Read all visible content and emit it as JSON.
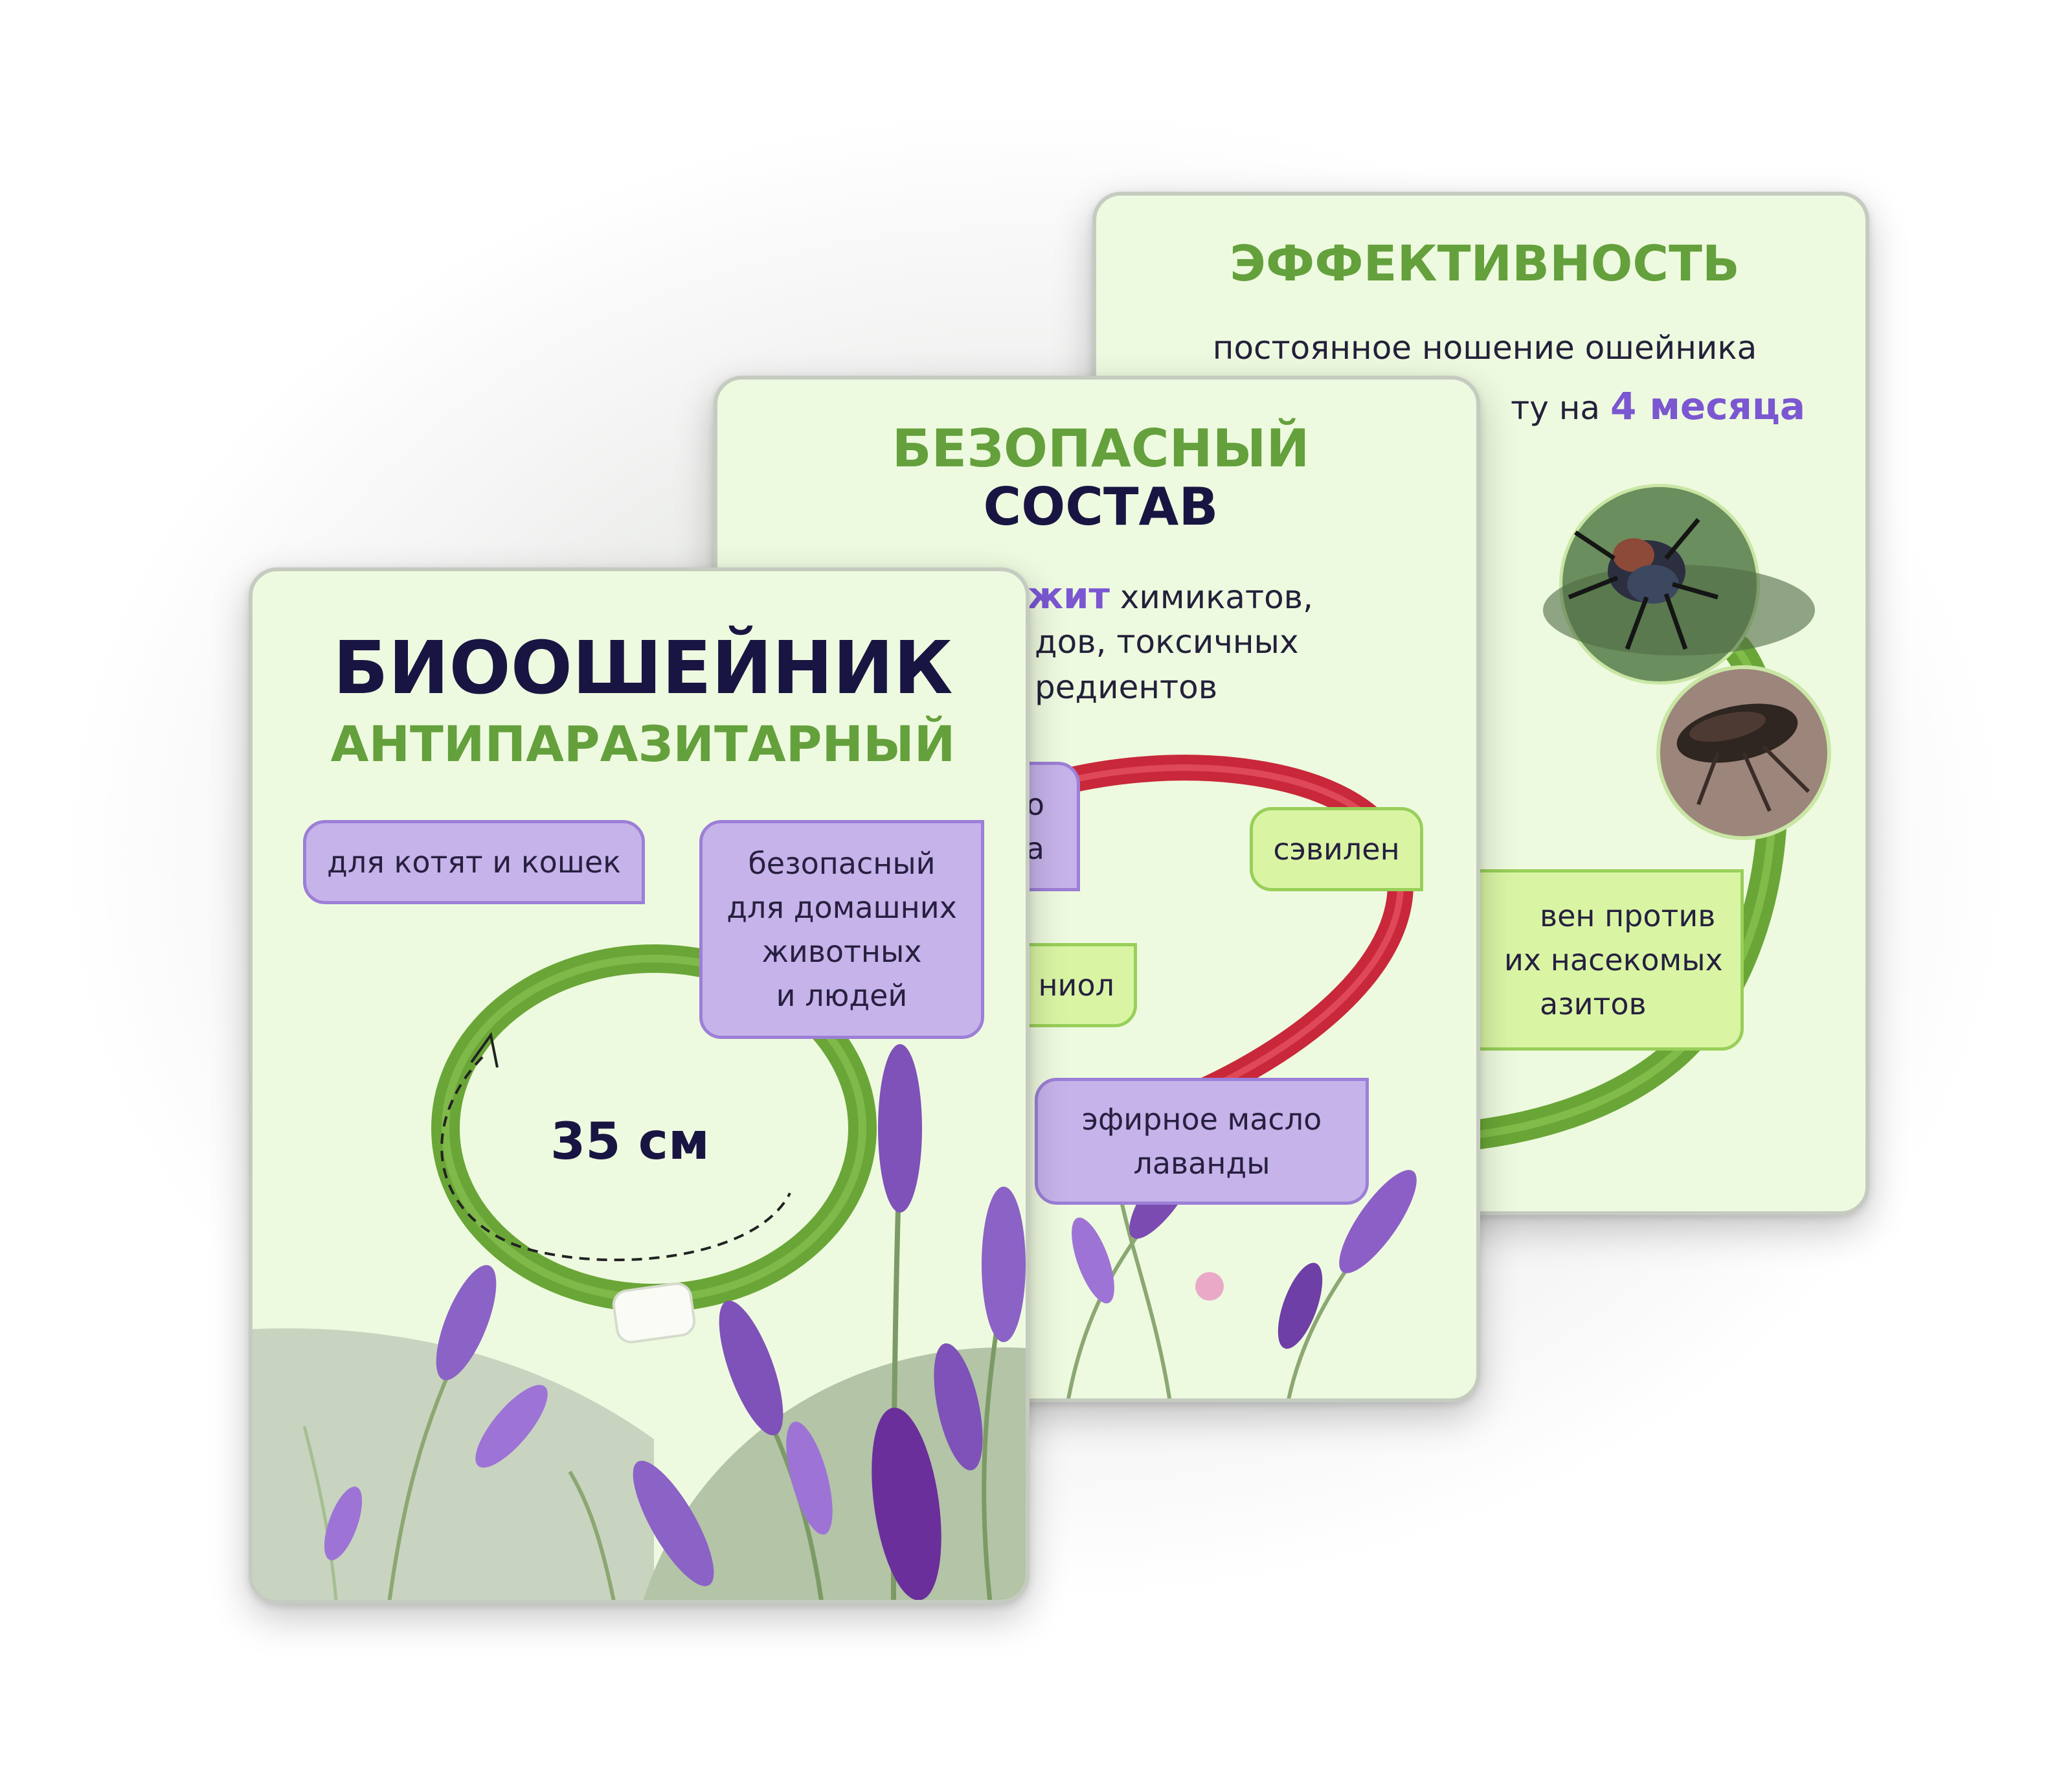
{
  "card_front": {
    "title": "БИООШЕЙНИК",
    "subtitle": "АНТИПАРАЗИТАРНЫЙ",
    "badge_audience": "для котят и кошек",
    "badge_safety": [
      "безопасный",
      "для домашних",
      "животных",
      "и людей"
    ],
    "size_value": "35",
    "size_unit": "см"
  },
  "card_middle": {
    "title_top": "БЕЗОПАСНЫЙ",
    "title_bottom": "СОСТАВ",
    "desc_accent": "ожит",
    "desc_line1_rest": " химикатов,",
    "desc_line2": "дов, токсичных",
    "desc_line3": "редиентов",
    "tag_partial_top": [
      "о",
      "а"
    ],
    "tag_sevilen": "сэвилен",
    "tag_partial": "ниол",
    "tag_oil": [
      "эфирное масло",
      "лаванды"
    ]
  },
  "card_back": {
    "title": "ЭФФЕКТИВНОСТЬ",
    "desc_line1": "постоянное ношение ошейника",
    "desc_line2_prefix": "ту на ",
    "desc_accent": "4 месяца",
    "tag_effective": [
      "вен против",
      "их насекомых",
      "азитов"
    ]
  },
  "colors": {
    "card_bg": "#eefadf",
    "title_green": "#64a03c",
    "title_dark": "#191542",
    "accent_purple": "#7b57d1",
    "collar_green": "#6aa637",
    "collar_red": "#c8283a",
    "bubble_purple": "#c6b3ea",
    "bubble_green": "#d9f5a4"
  }
}
